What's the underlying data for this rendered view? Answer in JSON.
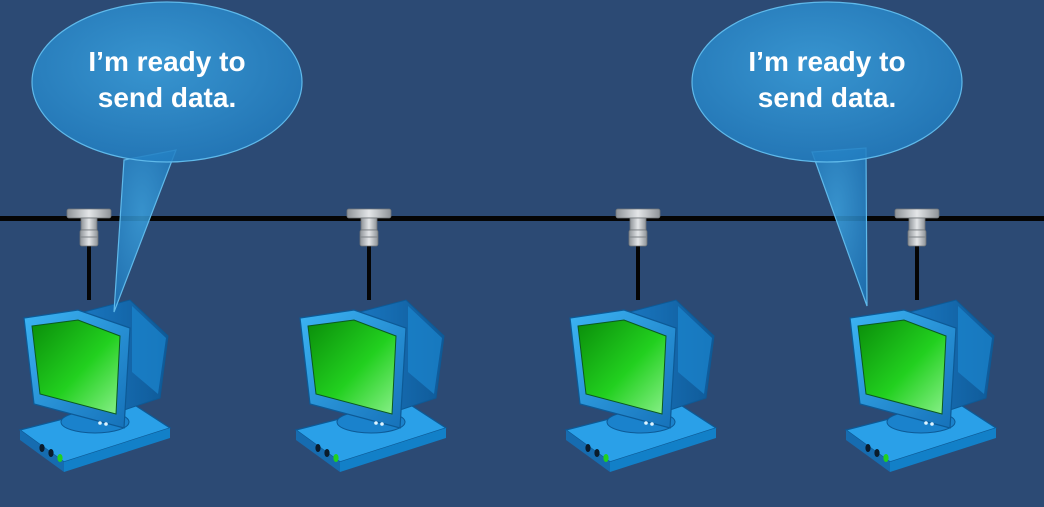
{
  "colors": {
    "background": "#2c4a74",
    "bus_cable": "#050505",
    "connector": "#b9bcc0",
    "computer_body": "#1f8fd6",
    "computer_screen": "#1ecb1e",
    "bubble_fill": "#2f8fd0",
    "bubble_text": "#ffffff"
  },
  "bubbles": [
    {
      "line1": "I’m ready to",
      "line2": "send data."
    },
    {
      "line1": "I’m ready to",
      "line2": "send data."
    }
  ],
  "nodes": [
    {
      "icon": "desktop-computer-icon"
    },
    {
      "icon": "desktop-computer-icon"
    },
    {
      "icon": "desktop-computer-icon"
    },
    {
      "icon": "desktop-computer-icon"
    }
  ]
}
